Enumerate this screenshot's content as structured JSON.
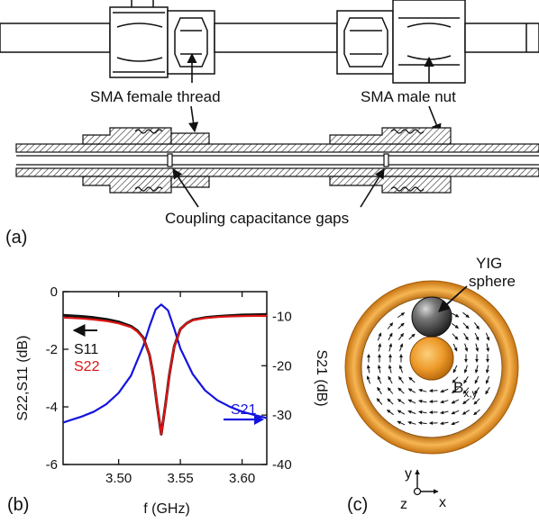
{
  "panel_a": {
    "label": "(a)",
    "female_thread_label": "SMA female thread",
    "male_nut_label": "SMA male nut",
    "gaps_label": "Coupling capacitance gaps"
  },
  "panel_b": {
    "label": "(b)",
    "s11_label": "S11",
    "s22_label": "S22",
    "s21_label": "S21"
  },
  "panel_c": {
    "label": "(c)",
    "yig_label_line1": "YIG",
    "yig_label_line2": "sphere",
    "field_label_main": "B",
    "field_label_sub": "x,y",
    "axis_y": "y",
    "axis_z": "z",
    "axis_x": "x"
  },
  "colors": {
    "s11": "#111111",
    "s22": "#e01414",
    "s21": "#1414e0",
    "outer_conductor": "#e8961e",
    "sphere": "#444444"
  },
  "chart_data": {
    "type": "line",
    "xlabel": "f (GHz)",
    "ylabel": "S22,S11 (dB)",
    "y2label": "S21 (dB)",
    "xlim": [
      3.455,
      3.62
    ],
    "ylim": [
      -6,
      0
    ],
    "y2lim": [
      -40,
      -5
    ],
    "x_ticks": [
      "3.50",
      "3.55",
      "3.60"
    ],
    "x_tick_values": [
      3.5,
      3.55,
      3.6
    ],
    "y_ticks": [
      "0",
      "-2",
      "-4",
      "-6"
    ],
    "y_tick_values": [
      0,
      -2,
      -4,
      -6
    ],
    "y2_ticks": [
      "-10",
      "-20",
      "-30",
      "-40"
    ],
    "y2_tick_values": [
      -10,
      -20,
      -30,
      -40
    ],
    "series": [
      {
        "name": "S11",
        "axis": "left",
        "x": [
          3.455,
          3.47,
          3.48,
          3.49,
          3.5,
          3.51,
          3.515,
          3.52,
          3.525,
          3.528,
          3.531,
          3.5345,
          3.538,
          3.541,
          3.545,
          3.55,
          3.555,
          3.56,
          3.57,
          3.58,
          3.59,
          3.6,
          3.61,
          3.62
        ],
        "values": [
          -0.82,
          -0.86,
          -0.9,
          -0.96,
          -1.05,
          -1.2,
          -1.35,
          -1.6,
          -2.2,
          -2.9,
          -3.9,
          -4.95,
          -3.9,
          -2.9,
          -1.9,
          -1.3,
          -1.1,
          -0.98,
          -0.9,
          -0.86,
          -0.83,
          -0.81,
          -0.8,
          -0.79
        ]
      },
      {
        "name": "S22",
        "axis": "left",
        "x": [
          3.455,
          3.47,
          3.48,
          3.49,
          3.5,
          3.51,
          3.515,
          3.52,
          3.525,
          3.528,
          3.531,
          3.5345,
          3.538,
          3.541,
          3.545,
          3.55,
          3.555,
          3.56,
          3.57,
          3.58,
          3.59,
          3.6,
          3.61,
          3.62
        ],
        "values": [
          -0.9,
          -0.93,
          -0.97,
          -1.02,
          -1.1,
          -1.23,
          -1.38,
          -1.62,
          -2.2,
          -2.9,
          -3.9,
          -4.95,
          -3.9,
          -2.9,
          -1.9,
          -1.3,
          -1.1,
          -0.99,
          -0.92,
          -0.88,
          -0.86,
          -0.85,
          -0.84,
          -0.84
        ]
      },
      {
        "name": "S21",
        "axis": "right",
        "x": [
          3.455,
          3.46,
          3.47,
          3.48,
          3.49,
          3.5,
          3.51,
          3.52,
          3.525,
          3.53,
          3.5345,
          3.54,
          3.545,
          3.55,
          3.56,
          3.57,
          3.58,
          3.59,
          3.6,
          3.61,
          3.62
        ],
        "values": [
          -31.5,
          -31.1,
          -30.3,
          -29.3,
          -27.8,
          -25.5,
          -22.0,
          -16.0,
          -12.0,
          -8.6,
          -7.6,
          -8.8,
          -12.5,
          -16.5,
          -21.7,
          -25.0,
          -27.0,
          -28.3,
          -29.3,
          -30.0,
          -30.6
        ]
      }
    ]
  }
}
